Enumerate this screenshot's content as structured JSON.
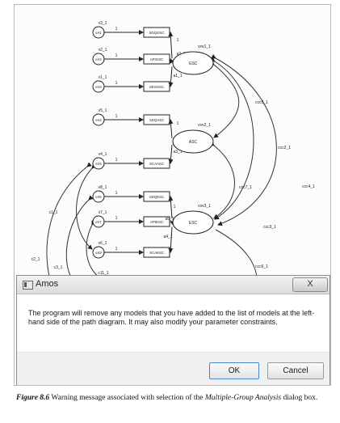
{
  "diagram": {
    "errors": [
      {
        "id": "e1",
        "label": "err1",
        "var": "v3_1",
        "path": "1"
      },
      {
        "id": "e2",
        "label": "err2",
        "var": "v2_1",
        "path": "1"
      },
      {
        "id": "e3",
        "label": "err3",
        "var": "v1_1",
        "path": "1"
      },
      {
        "id": "e4",
        "label": "err4",
        "var": "v5_1",
        "path": "1"
      },
      {
        "id": "e5",
        "label": "err5",
        "var": "v4_1",
        "path": "1"
      },
      {
        "id": "e6",
        "label": "err6",
        "var": "v8_1",
        "path": "1"
      },
      {
        "id": "e7",
        "label": "err7",
        "var": "v7_1",
        "path": "1"
      },
      {
        "id": "e8",
        "label": "err8",
        "var": "v6_1",
        "path": "1"
      }
    ],
    "observed": [
      "SDQGSC",
      "APIGSC",
      "SESGSC",
      "SDQASC",
      "SCAASC",
      "SDQESC",
      "APIESC",
      "SCAESC"
    ],
    "latent": [
      {
        "label": "GSC",
        "var": "vvv1_1"
      },
      {
        "label": "ASC",
        "var": "vvv2_1"
      },
      {
        "label": "ESC",
        "var": "vvv3_1"
      }
    ],
    "loadings": [
      "1",
      "a2_1",
      "a1_1",
      "1",
      "a3_1",
      "1",
      "a5_1",
      "a4_1"
    ],
    "covariances": [
      "ccc5_1",
      "ccc2_1",
      "ccc4_1",
      "ccc7_1",
      "ccc3_1",
      "ccc6_1",
      "c1_1",
      "c2_1",
      "c3_1",
      "c11_1"
    ]
  },
  "dialog": {
    "title": "Amos",
    "close_label": "X",
    "message": "The program will remove any models that you have added to the list of models at the left-hand side of the path diagram. It may also modify your parameter constraints.",
    "ok_label": "OK",
    "cancel_label": "Cancel"
  },
  "caption": {
    "label": "Figure 8.6",
    "text_before": " Warning message associated with selection of the ",
    "emph": "Multiple-Group Analysis",
    "text_after": " dialog box."
  }
}
